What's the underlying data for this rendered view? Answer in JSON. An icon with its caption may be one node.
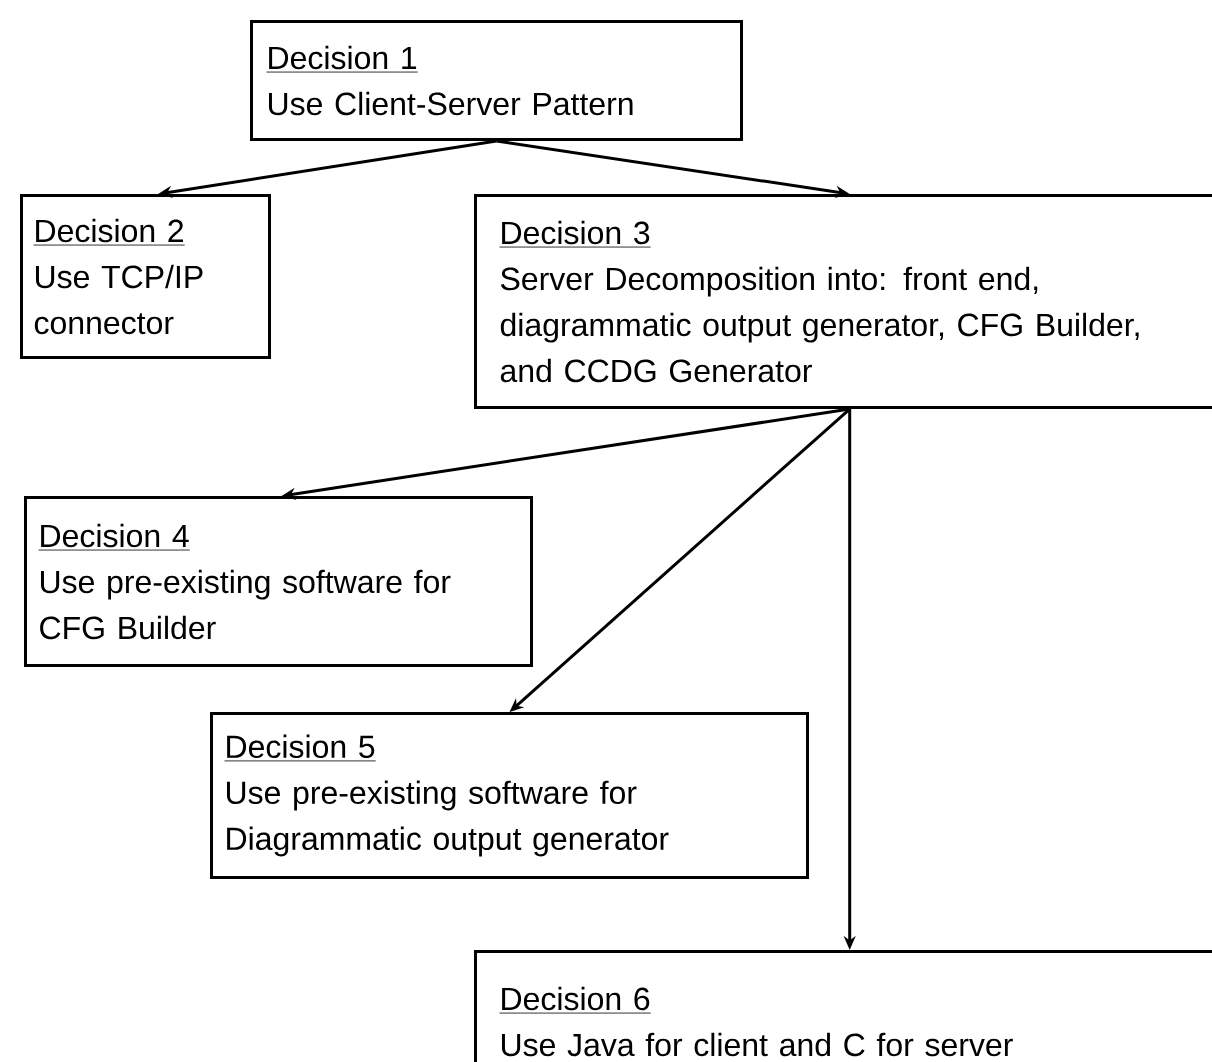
{
  "diagram": {
    "nodes": [
      {
        "text": [
          "Decision 1",
          "Use Client-Server Pattern"
        ]
      },
      {
        "text": [
          "Decision 2",
          "Use TCP/IP connector"
        ]
      },
      {
        "text": [
          "Decision 3",
          "Server Decomposition into: front end, diagrammatic output generator, CFG Builder, and CCDG Generator"
        ]
      },
      {
        "text": [
          "Decision 4",
          "Use pre-existing software for CFG Builder"
        ]
      },
      {
        "text": [
          "Decision 5",
          "Use pre-existing software for Diagrammatic output generator"
        ]
      },
      {
        "text": [
          "Decision 6",
          "Use Java for client and C for server"
        ]
      }
    ],
    "edges": [
      {
        "from": 0,
        "to": 1,
        "arrow": "to"
      },
      {
        "from": 0,
        "to": 2,
        "arrow": "to"
      },
      {
        "from": 2,
        "to": 3,
        "arrow": "to"
      },
      {
        "from": 2,
        "to": 4,
        "arrow": "to"
      },
      {
        "from": 2,
        "to": 5,
        "arrow": "to"
      }
    ]
  }
}
